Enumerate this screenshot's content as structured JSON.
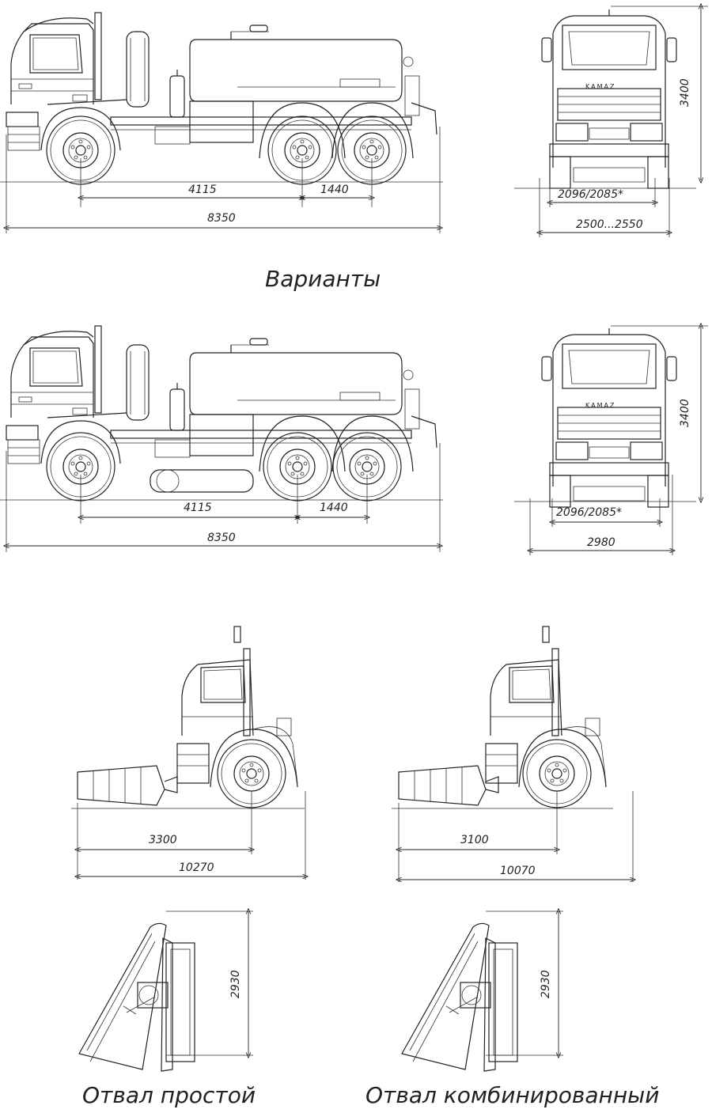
{
  "sections": {
    "top": {
      "side": {
        "dim_wheelbase": "4115",
        "dim_tandem": "1440",
        "dim_length": "8350"
      },
      "front": {
        "brand": "KAMAZ",
        "dim_height": "3400",
        "dim_track": "2096/2085*",
        "dim_width": "2500...2550"
      }
    },
    "variants_label": "Варианты",
    "middle": {
      "side": {
        "dim_wheelbase": "4115",
        "dim_tandem": "1440",
        "dim_length": "8350"
      },
      "front": {
        "brand": "KAMAZ",
        "dim_height": "3400",
        "dim_track": "2096/2085*",
        "dim_width": "2980"
      }
    },
    "plow_left": {
      "dim_overhang": "3300",
      "dim_total": "10270",
      "dim_height": "2930",
      "caption": "Отвал простой"
    },
    "plow_right": {
      "dim_overhang": "3100",
      "dim_total": "10070",
      "dim_height": "2930",
      "caption": "Отвал комбинированный"
    }
  }
}
